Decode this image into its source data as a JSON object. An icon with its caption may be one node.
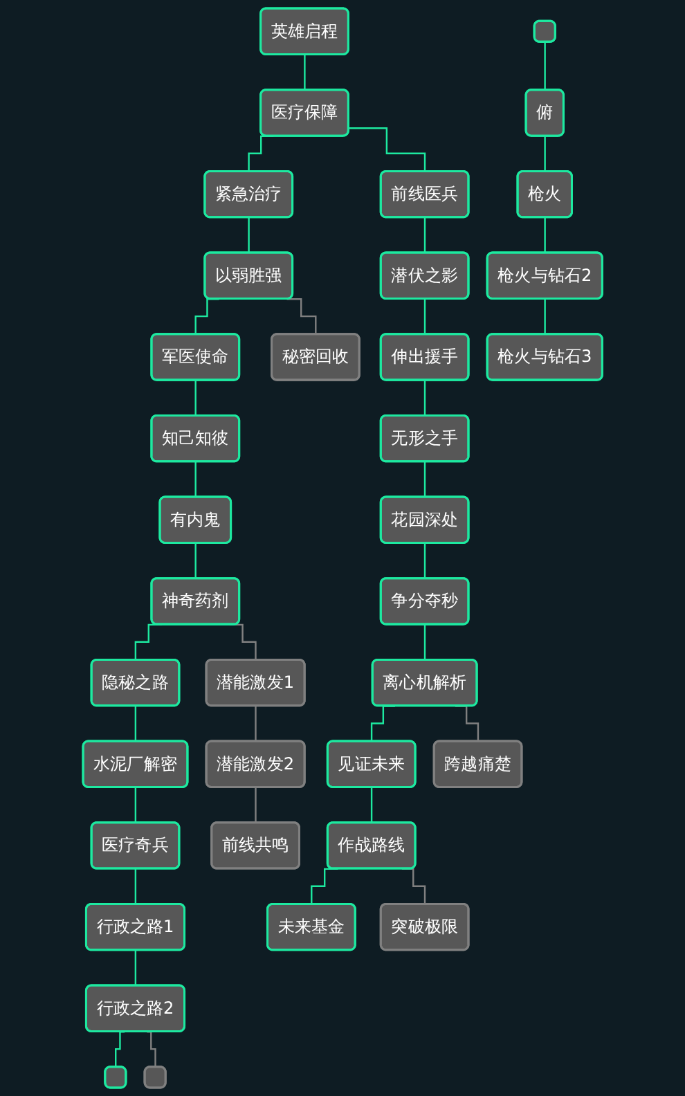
{
  "diagram": {
    "nodes": [
      {
        "text": [
          "英雄启程"
        ]
      },
      {
        "text": [
          "医疗保障"
        ]
      },
      {
        "text": [
          "紧急治疗"
        ]
      },
      {
        "text": [
          "前线医兵"
        ]
      },
      {
        "text": [
          "以弱胜强"
        ]
      },
      {
        "text": [
          "潜伏之影"
        ]
      },
      {
        "text": [
          "军医使命"
        ]
      },
      {
        "text": [
          "秘密回收"
        ]
      },
      {
        "text": [
          "伸出援手"
        ]
      },
      {
        "text": [
          "知己知彼"
        ]
      },
      {
        "text": [
          "无形之手"
        ]
      },
      {
        "text": [
          "有内鬼"
        ]
      },
      {
        "text": [
          "花园深处"
        ]
      },
      {
        "text": [
          "神奇药剂"
        ]
      },
      {
        "text": [
          "争分夺秒"
        ]
      },
      {
        "text": [
          "隐秘之路"
        ]
      },
      {
        "text": [
          "潜能激发1"
        ]
      },
      {
        "text": [
          "离心机解析"
        ]
      },
      {
        "text": [],
        "shape": "box"
      },
      {
        "text": [
          "水泥厂解密"
        ]
      },
      {
        "text": [
          "潜能激发2"
        ]
      },
      {
        "text": [
          "见证未来"
        ]
      },
      {
        "text": [
          "跨越痛楚"
        ]
      },
      {
        "text": [
          "俯"
        ]
      },
      {
        "text": [
          "医疗奇兵"
        ]
      },
      {
        "text": [
          "前线共鸣"
        ]
      },
      {
        "text": [
          "作战路线"
        ]
      },
      {
        "text": [
          "枪火"
        ]
      },
      {
        "text": [
          "行政之路1"
        ]
      },
      {
        "text": [
          "未来基金"
        ]
      },
      {
        "text": [
          "突破极限"
        ]
      },
      {
        "text": [
          "枪火与钻石2"
        ]
      },
      {
        "text": [
          "行政之路2"
        ]
      },
      {
        "text": [
          "枪火与钻石3"
        ]
      },
      {
        "text": [],
        "shape": "box"
      },
      {
        "text": [],
        "shape": "box"
      }
    ],
    "edges": [
      {
        "from": 0,
        "to": 1,
        "arrow": "none"
      },
      {
        "from": 1,
        "to": 2,
        "arrow": "none"
      },
      {
        "from": 1,
        "to": 3,
        "arrow": "none"
      },
      {
        "from": 2,
        "to": 4,
        "arrow": "none"
      },
      {
        "from": 3,
        "to": 5,
        "arrow": "none"
      },
      {
        "from": 4,
        "to": 6,
        "arrow": "none"
      },
      {
        "from": 4,
        "to": 7,
        "arrow": "none",
        "color": "#808080"
      },
      {
        "from": 5,
        "to": 8,
        "arrow": "none"
      },
      {
        "from": 6,
        "to": 9,
        "arrow": "none"
      },
      {
        "from": 8,
        "to": 10,
        "arrow": "none"
      },
      {
        "from": 9,
        "to": 11,
        "arrow": "none"
      },
      {
        "from": 10,
        "to": 12,
        "arrow": "none"
      },
      {
        "from": 11,
        "to": 13,
        "arrow": "none"
      },
      {
        "from": 12,
        "to": 14,
        "arrow": "none"
      },
      {
        "from": 13,
        "to": 15,
        "arrow": "none"
      },
      {
        "from": 13,
        "to": 16,
        "arrow": "none",
        "color": "#808080"
      },
      {
        "from": 14,
        "to": 17,
        "arrow": "none"
      },
      {
        "from": 15,
        "to": 19,
        "arrow": "none"
      },
      {
        "from": 16,
        "to": 20,
        "arrow": "none",
        "color": "#808080"
      },
      {
        "from": 17,
        "to": 21,
        "arrow": "none"
      },
      {
        "from": 17,
        "to": 22,
        "arrow": "none",
        "color": "#808080"
      },
      {
        "from": 18,
        "to": 23,
        "arrow": "none"
      },
      {
        "from": 19,
        "to": 24,
        "arrow": "none"
      },
      {
        "from": 20,
        "to": 25,
        "arrow": "none",
        "color": "#808080"
      },
      {
        "from": 21,
        "to": 26,
        "arrow": "none"
      },
      {
        "from": 23,
        "to": 27,
        "arrow": "none"
      },
      {
        "from": 24,
        "to": 28,
        "arrow": "none"
      },
      {
        "from": 26,
        "to": 29,
        "arrow": "none"
      },
      {
        "from": 26,
        "to": 30,
        "arrow": "none",
        "color": "#808080"
      },
      {
        "from": 27,
        "to": 31,
        "arrow": "none"
      },
      {
        "from": 28,
        "to": 32,
        "arrow": "none"
      },
      {
        "from": 31,
        "to": 33,
        "arrow": "none"
      },
      {
        "from": 32,
        "to": 34,
        "arrow": "none"
      },
      {
        "from": 32,
        "to": 35,
        "arrow": "none",
        "color": "#808080"
      }
    ]
  }
}
